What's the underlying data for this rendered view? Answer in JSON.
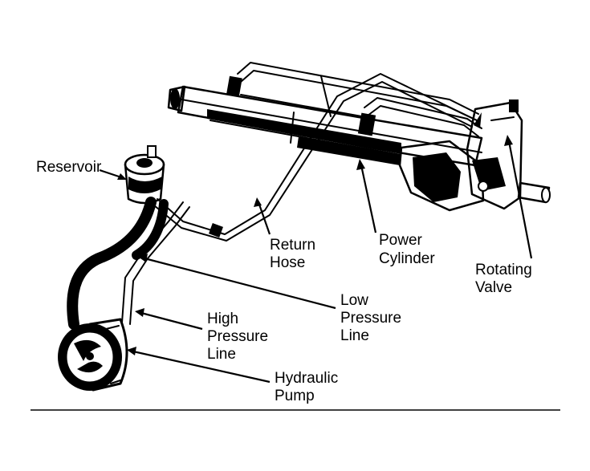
{
  "labels": {
    "reservoir": "Reservoir",
    "return_hose": [
      "Return",
      "Hose"
    ],
    "power_cylinder": [
      "Power",
      "Cylinder"
    ],
    "rotating_valve": [
      "Rotating",
      "Valve"
    ],
    "low_pressure_line": [
      "Low",
      "Pressure",
      "Line"
    ],
    "high_pressure_line": [
      "High",
      "Pressure",
      "Line"
    ],
    "hydraulic_pump": [
      "Hydraulic",
      "Pump"
    ]
  }
}
